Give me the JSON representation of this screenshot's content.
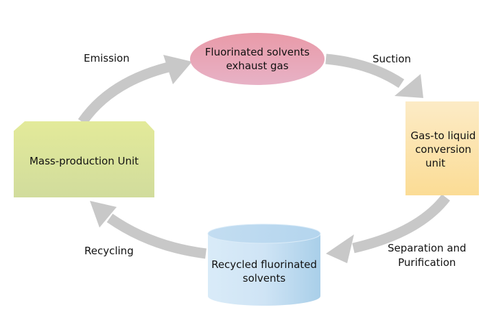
{
  "title": "Fluorinated solvent recycling cycle",
  "colors": {
    "arrow": "#c8c8c8",
    "exhaust_gas": "#e3a3b6",
    "conversion_unit": "#fbe3a9",
    "mass_production": "#d8e19a",
    "recycled_solvents": "#bcdaf0"
  },
  "nodes": {
    "exhaust_gas": {
      "line1": "Fluorinated solvents",
      "line2": "exhaust gas"
    },
    "conversion_unit": {
      "line1": "Gas-to liquid",
      "line2": "conversion",
      "line3": "unit"
    },
    "mass_production": {
      "label": "Mass-production Unit"
    },
    "recycled_solvents": {
      "line1": "Recycled fluorinated",
      "line2": "solvents"
    }
  },
  "edges": {
    "emission": "Emission",
    "suction": "Suction",
    "separation_line1": "Separation and",
    "separation_line2": "Purification",
    "recycling": "Recycling"
  }
}
